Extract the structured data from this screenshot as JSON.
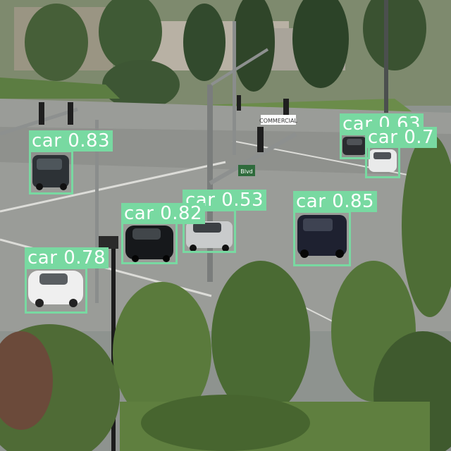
{
  "image": {
    "description_free": true,
    "detection_color": "#78d9a1",
    "detections": [
      {
        "class": "car",
        "score": "0.83"
      },
      {
        "class": "car",
        "score": "0.63"
      },
      {
        "class": "car",
        "score": "0.7"
      },
      {
        "class": "car",
        "score": "0.53"
      },
      {
        "class": "car",
        "score": "0.82"
      },
      {
        "class": "car",
        "score": "0.85"
      },
      {
        "class": "car",
        "score": "0.78"
      }
    ],
    "signs": {
      "street_sign_1": "COMMERCIAL",
      "street_sign_2": "Blvd"
    }
  }
}
